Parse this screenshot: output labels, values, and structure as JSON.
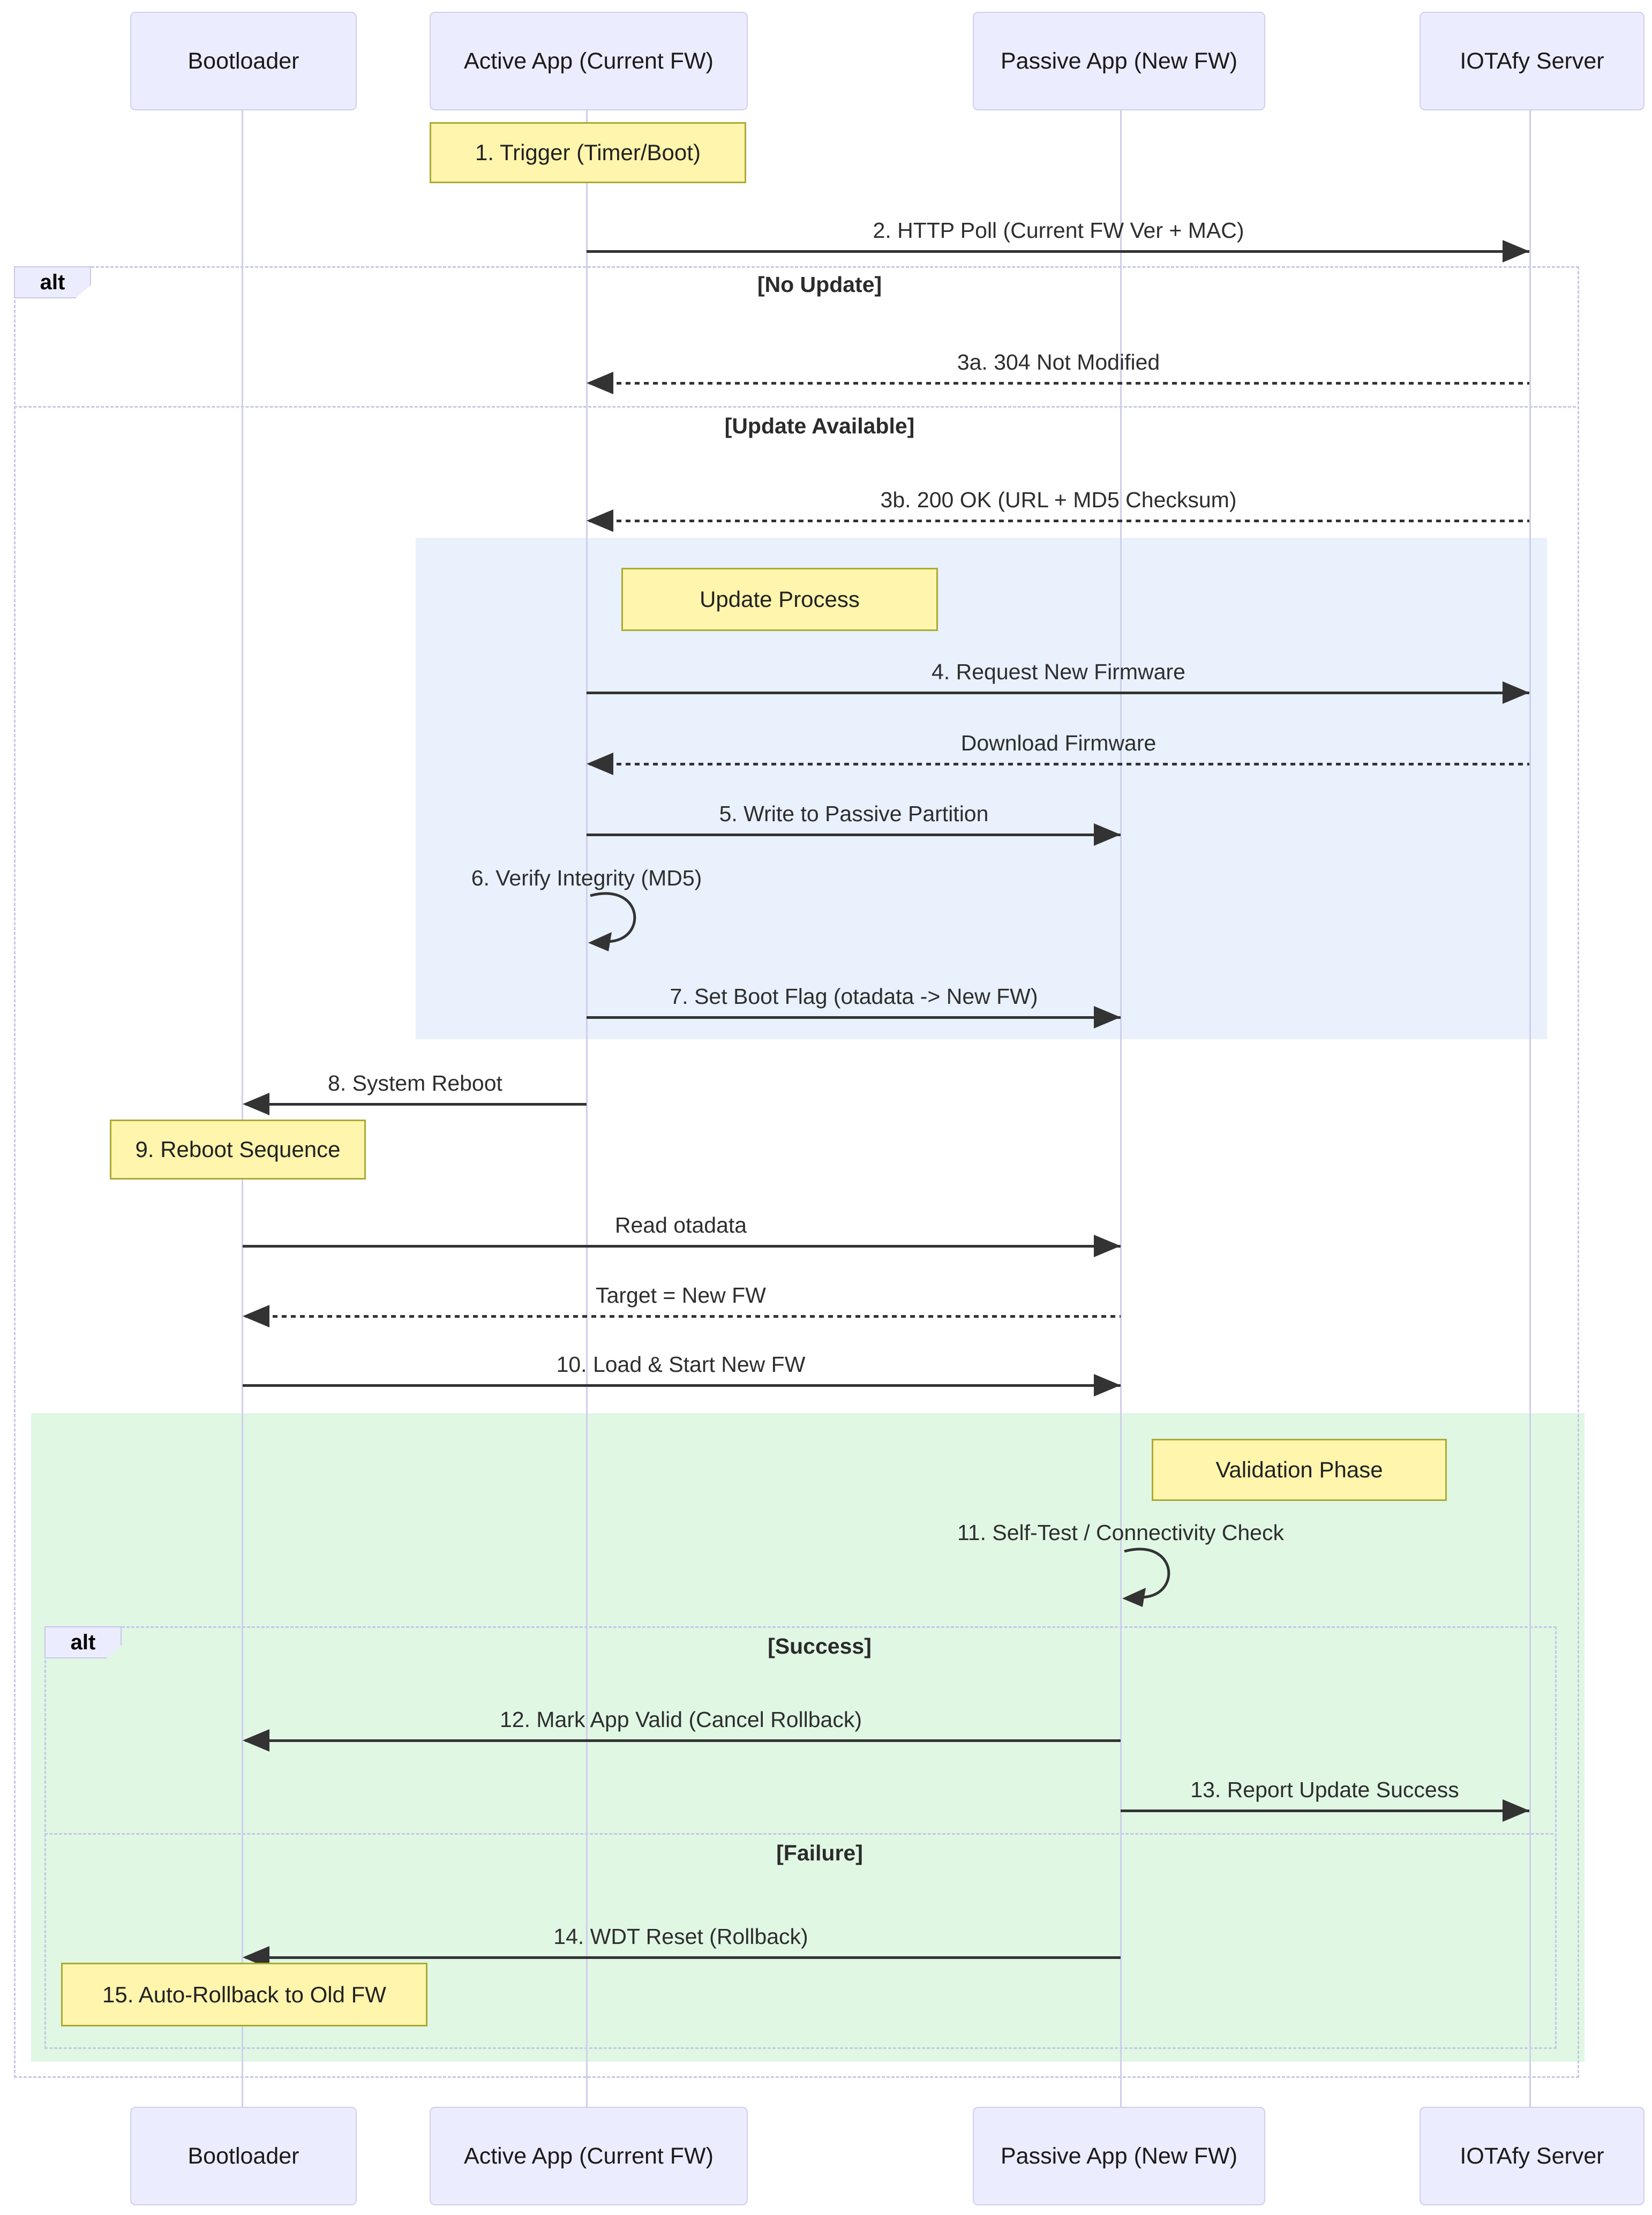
{
  "actors": {
    "bootloader": "Bootloader",
    "active_app": "Active App (Current FW)",
    "passive_app": "Passive App (New FW)",
    "server": "IOTAfy Server"
  },
  "messages": {
    "http_poll": "2. HTTP Poll (Current FW Ver + MAC)",
    "not_modified": "3a. 304 Not Modified",
    "ok_checksum": "3b. 200 OK (URL + MD5 Checksum)",
    "request_fw": "4. Request New Firmware",
    "download_fw": "Download Firmware",
    "write_partition": "5. Write to Passive Partition",
    "verify_integrity": "6. Verify Integrity (MD5)",
    "set_boot_flag": "7. Set Boot Flag (otadata -> New FW)",
    "system_reboot": "8. System Reboot",
    "read_otadata": "Read otadata",
    "target_new_fw": "Target = New FW",
    "load_start": "10. Load & Start New FW",
    "self_test": "11. Self-Test / Connectivity Check",
    "mark_valid": "12. Mark App Valid (Cancel Rollback)",
    "report_success": "13. Report Update Success",
    "wdt_reset": "14. WDT Reset (Rollback)"
  },
  "notes": {
    "trigger": "1. Trigger (Timer/Boot)",
    "update_process": "Update Process",
    "reboot_sequence": "9. Reboot Sequence",
    "validation_phase": "Validation Phase",
    "auto_rollback": "15. Auto-Rollback to Old FW"
  },
  "frames": {
    "outer_label": "alt",
    "inner_label": "alt",
    "cond_no_update": "[No Update]",
    "cond_update_available": "[Update Available]",
    "cond_success": "[Success]",
    "cond_failure": "[Failure]"
  },
  "colors": {
    "actor_fill": "#ECECFF",
    "actor_border": "#CFCFEE",
    "lifeline": "#CFCFEC",
    "note_fill": "#FFF5AD",
    "note_border": "#AAAA33",
    "frame_border": "#C7C7E8",
    "message_line": "#333333",
    "update_region_bg": "#E8F1FC",
    "validation_region_bg": "#E0F7E4"
  }
}
